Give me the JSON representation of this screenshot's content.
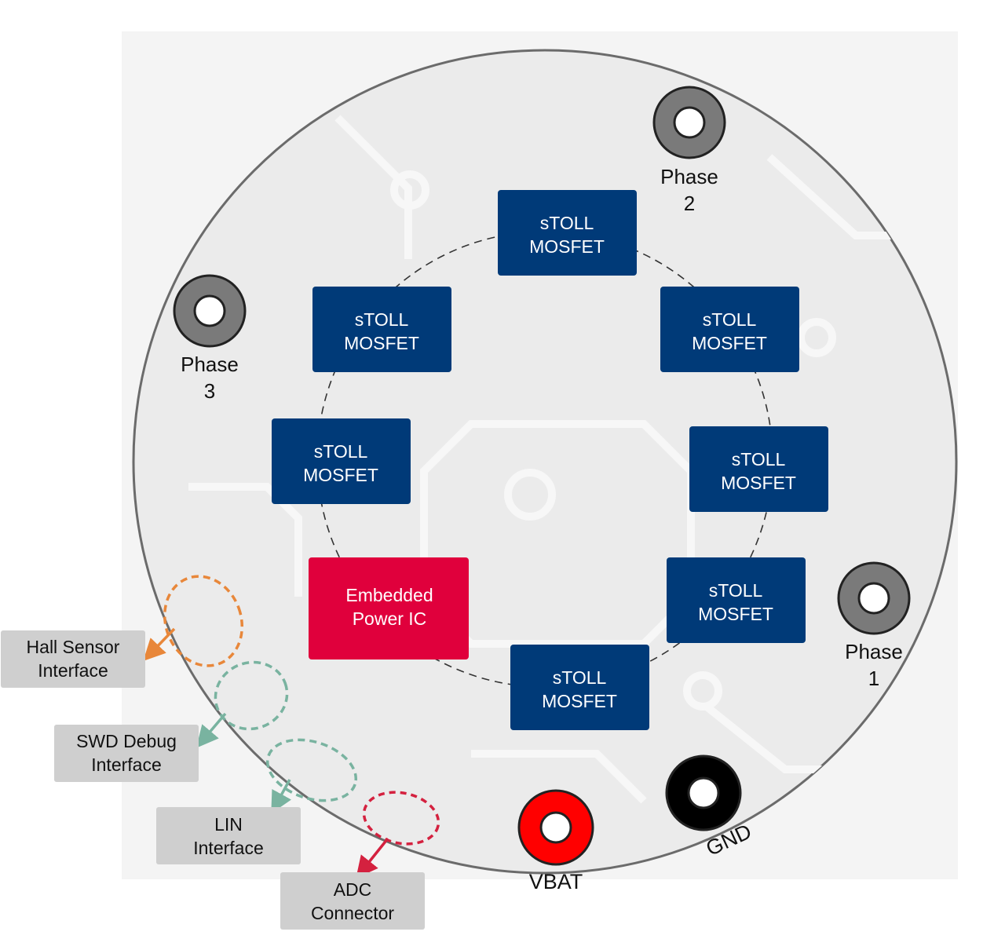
{
  "board": {
    "mosfet_line1": "sTOLL",
    "mosfet_line2": "MOSFET",
    "ic_line1": "Embedded",
    "ic_line2": "Power IC"
  },
  "mosfets": [
    {
      "id": "top"
    },
    {
      "id": "upper-left"
    },
    {
      "id": "upper-right"
    },
    {
      "id": "left"
    },
    {
      "id": "right"
    },
    {
      "id": "lower-right"
    },
    {
      "id": "bottom"
    }
  ],
  "terminals": {
    "phase1": {
      "line1": "Phase",
      "line2": "1"
    },
    "phase2": {
      "line1": "Phase",
      "line2": "2"
    },
    "phase3": {
      "line1": "Phase",
      "line2": "3"
    },
    "vbat": "VBAT",
    "gnd": "GND"
  },
  "callouts": {
    "hall": {
      "line1": "Hall Sensor",
      "line2": "Interface"
    },
    "swd": {
      "line1": "SWD Debug",
      "line2": "Interface"
    },
    "lin": {
      "line1": "LIN",
      "line2": "Interface"
    },
    "adc": {
      "line1": "ADC",
      "line2": "Connector"
    }
  },
  "colors": {
    "mosfet": "#003a78",
    "ic": "#e0003c",
    "hall": "#e8873a",
    "swd_lin": "#79b3a0",
    "adc": "#d4213f",
    "vbat": "#ff0000",
    "gnd": "#000000",
    "phase": "#7a7a7a"
  }
}
